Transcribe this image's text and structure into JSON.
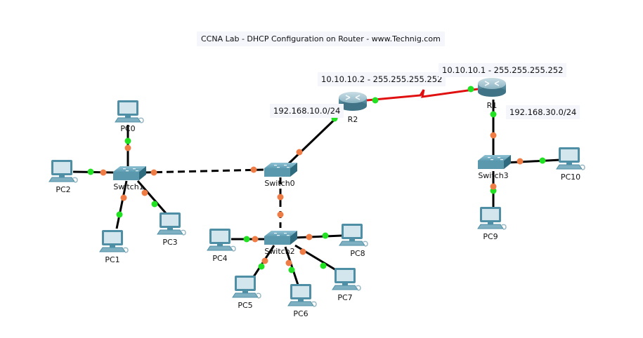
{
  "title": "CCNA Lab - DHCP Configuration on Router - www.Technig.com",
  "colors": {
    "link_up": "#22e022",
    "link_pending": "#f07c45",
    "serial_link": "#e01010",
    "ethernet_link": "#000000",
    "note_bg": "#f4f6fb",
    "device_body": "#5d9cb2",
    "device_dark": "#3c7488"
  },
  "notes": [
    {
      "id": "r2-wan",
      "text": "10.10.10.2 - 255.255.255.252"
    },
    {
      "id": "r1-wan",
      "text": "10.10.10.1 - 255.255.255.252"
    },
    {
      "id": "r2-lan",
      "text": "192.168.10.0/24"
    },
    {
      "id": "r1-lan",
      "text": "192.168.30.0/24"
    }
  ],
  "devices": [
    {
      "id": "R2",
      "type": "router",
      "label": "R2"
    },
    {
      "id": "R1",
      "type": "router",
      "label": "R1"
    },
    {
      "id": "Switch0",
      "type": "switch",
      "label": "Switch0"
    },
    {
      "id": "Switch1",
      "type": "switch",
      "label": "Switch1"
    },
    {
      "id": "Switch2",
      "type": "switch",
      "label": "Switch2"
    },
    {
      "id": "Switch3",
      "type": "switch",
      "label": "Switch3"
    },
    {
      "id": "PC0",
      "type": "pc",
      "label": "PC0"
    },
    {
      "id": "PC1",
      "type": "pc",
      "label": "PC1"
    },
    {
      "id": "PC2",
      "type": "pc",
      "label": "PC2"
    },
    {
      "id": "PC3",
      "type": "pc",
      "label": "PC3"
    },
    {
      "id": "PC4",
      "type": "pc",
      "label": "PC4"
    },
    {
      "id": "PC5",
      "type": "pc",
      "label": "PC5"
    },
    {
      "id": "PC6",
      "type": "pc",
      "label": "PC6"
    },
    {
      "id": "PC7",
      "type": "pc",
      "label": "PC7"
    },
    {
      "id": "PC8",
      "type": "pc",
      "label": "PC8"
    },
    {
      "id": "PC9",
      "type": "pc",
      "label": "PC9"
    },
    {
      "id": "PC10",
      "type": "pc",
      "label": "PC10"
    }
  ],
  "links": [
    {
      "from": "R2",
      "to": "R1",
      "kind": "serial",
      "from_state": "up",
      "to_state": "up"
    },
    {
      "from": "R2",
      "to": "Switch0",
      "kind": "straight",
      "from_state": "up",
      "to_state": "pending"
    },
    {
      "from": "Switch1",
      "to": "Switch0",
      "kind": "crossover",
      "from_state": "pending",
      "to_state": "pending"
    },
    {
      "from": "Switch0",
      "to": "Switch2",
      "kind": "crossover",
      "from_state": "pending",
      "to_state": "pending"
    },
    {
      "from": "PC0",
      "to": "Switch1",
      "kind": "straight",
      "from_state": "up",
      "to_state": "pending"
    },
    {
      "from": "PC2",
      "to": "Switch1",
      "kind": "straight",
      "from_state": "up",
      "to_state": "pending"
    },
    {
      "from": "PC1",
      "to": "Switch1",
      "kind": "straight",
      "from_state": "up",
      "to_state": "pending"
    },
    {
      "from": "PC3",
      "to": "Switch1",
      "kind": "straight",
      "from_state": "up",
      "to_state": "pending"
    },
    {
      "from": "PC4",
      "to": "Switch2",
      "kind": "straight",
      "from_state": "up",
      "to_state": "pending"
    },
    {
      "from": "PC5",
      "to": "Switch2",
      "kind": "straight",
      "from_state": "up",
      "to_state": "pending"
    },
    {
      "from": "PC6",
      "to": "Switch2",
      "kind": "straight",
      "from_state": "up",
      "to_state": "pending"
    },
    {
      "from": "PC7",
      "to": "Switch2",
      "kind": "straight",
      "from_state": "up",
      "to_state": "pending"
    },
    {
      "from": "PC8",
      "to": "Switch2",
      "kind": "straight",
      "from_state": "up",
      "to_state": "pending"
    },
    {
      "from": "R1",
      "to": "Switch3",
      "kind": "straight",
      "from_state": "up",
      "to_state": "pending"
    },
    {
      "from": "PC10",
      "to": "Switch3",
      "kind": "straight",
      "from_state": "up",
      "to_state": "pending"
    },
    {
      "from": "PC9",
      "to": "Switch3",
      "kind": "straight",
      "from_state": "up",
      "to_state": "pending"
    }
  ]
}
